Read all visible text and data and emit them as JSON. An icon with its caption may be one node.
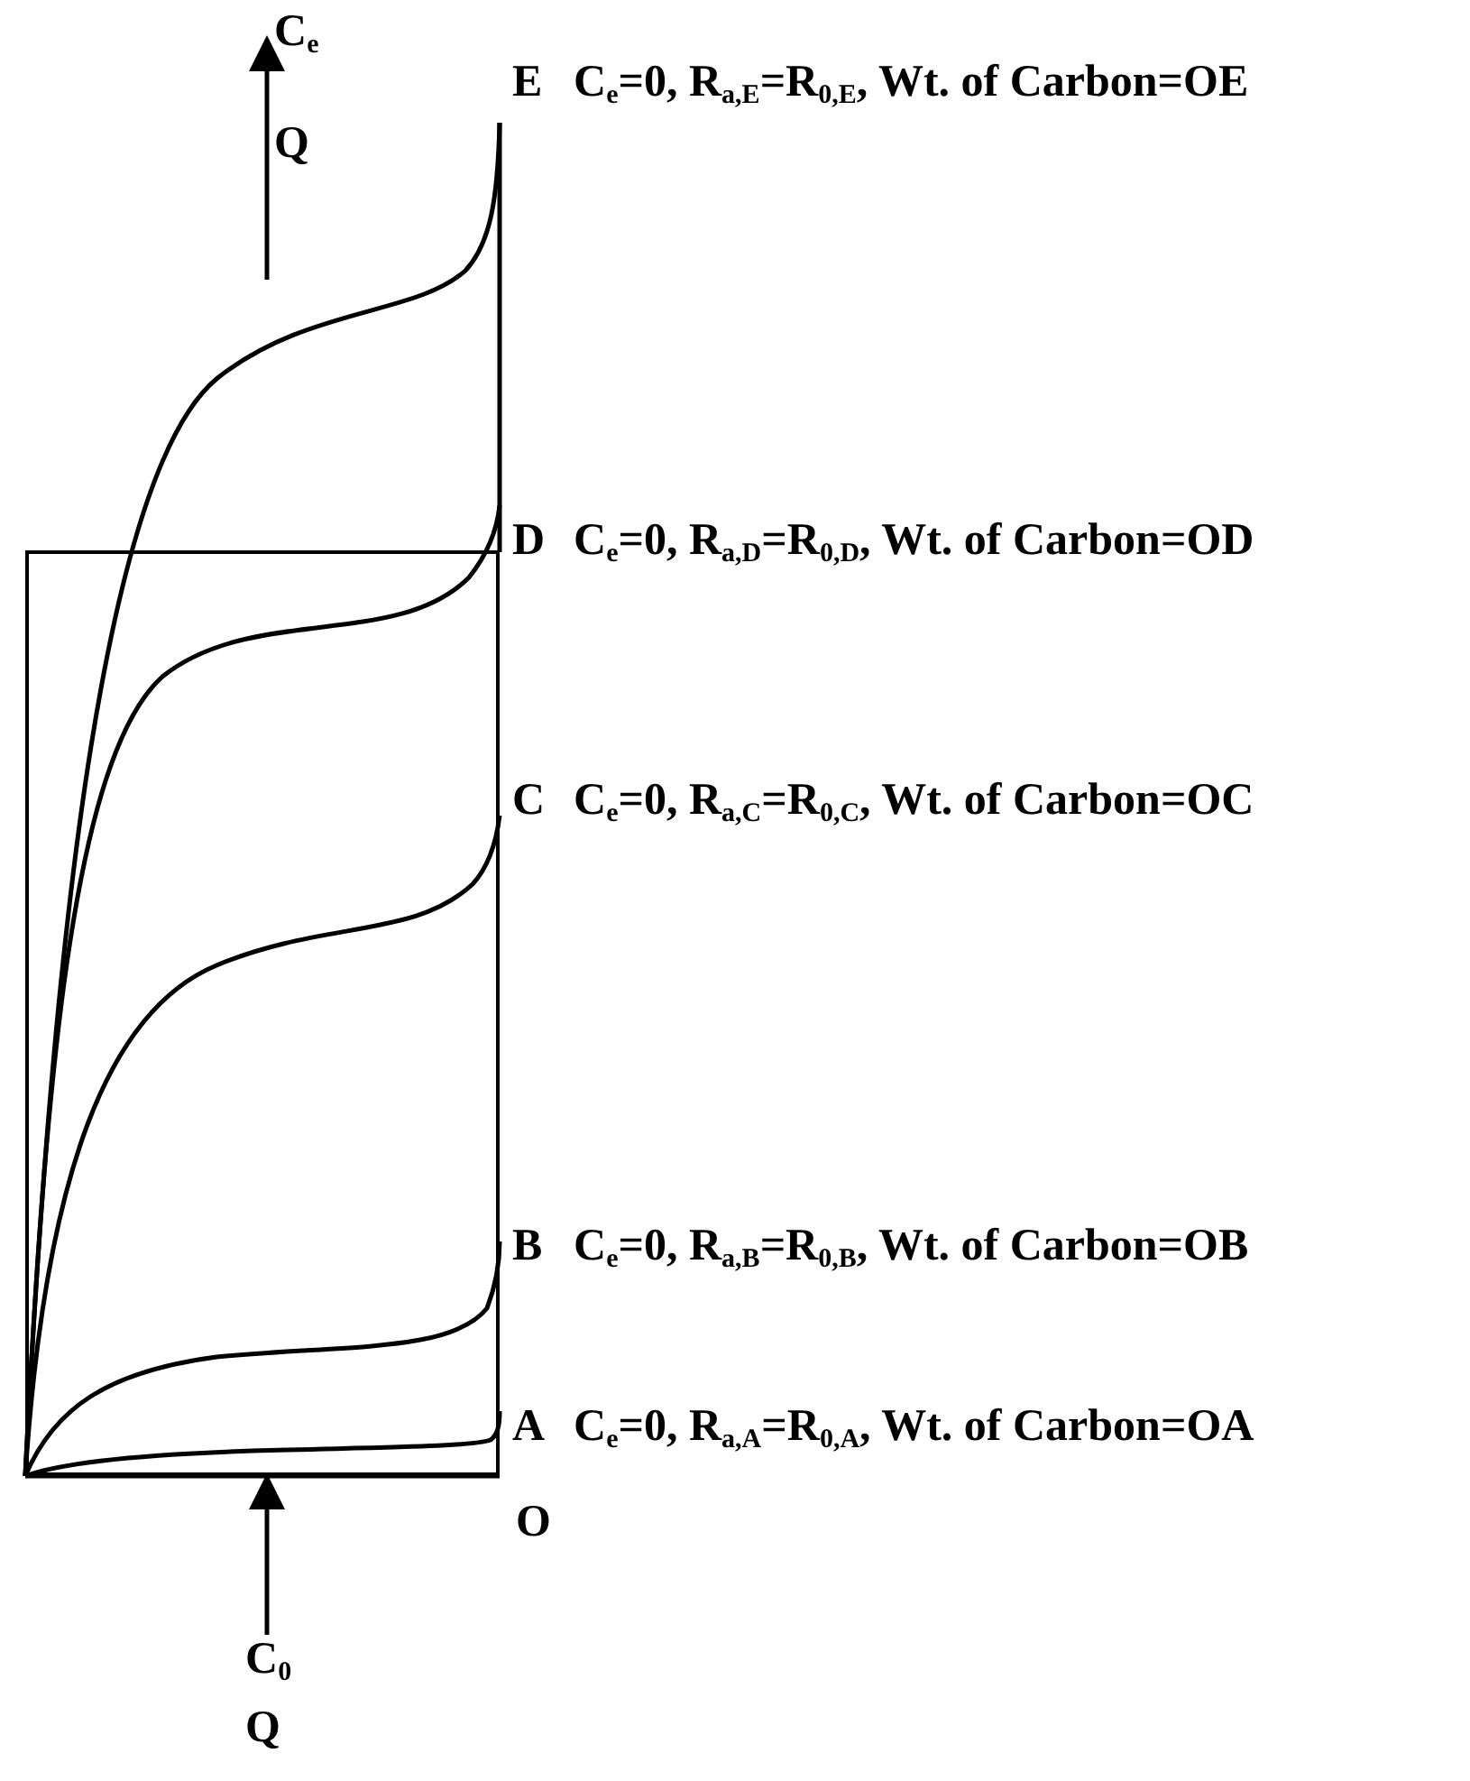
{
  "diagram": {
    "nodes": [
      {
        "text": [],
        "shape": "box"
      },
      {
        "text": [
          "C$_{0}$",
          "Q"
        ]
      }
    ],
    "edges": [
      {
        "from": 1,
        "to": 0,
        "arrow": "to"
      }
    ],
    "labels": [
      "C$_{e}$",
      "Q",
      "E",
      "C$_{e}$=0,  R$_{a,E}$=R$_{0,E}$,  Wt. of Carbon=OE",
      "D",
      "C$_{e}$=0,  R$_{a,D}$=R$_{0,D}$,  Wt. of Carbon=OD",
      "C",
      "C$_{e}$=0,  R$_{a,C}$=R$_{0,C}$,  Wt. of Carbon=OC",
      "B",
      "C$_{e}$=0,  R$_{a,B}$=R$_{0,B}$,  Wt. of Carbon=OB",
      "A",
      "C$_{e}$=0,  R$_{a,A}$=R$_{0,A}$,  Wt. of Carbon=OA",
      "O"
    ]
  }
}
